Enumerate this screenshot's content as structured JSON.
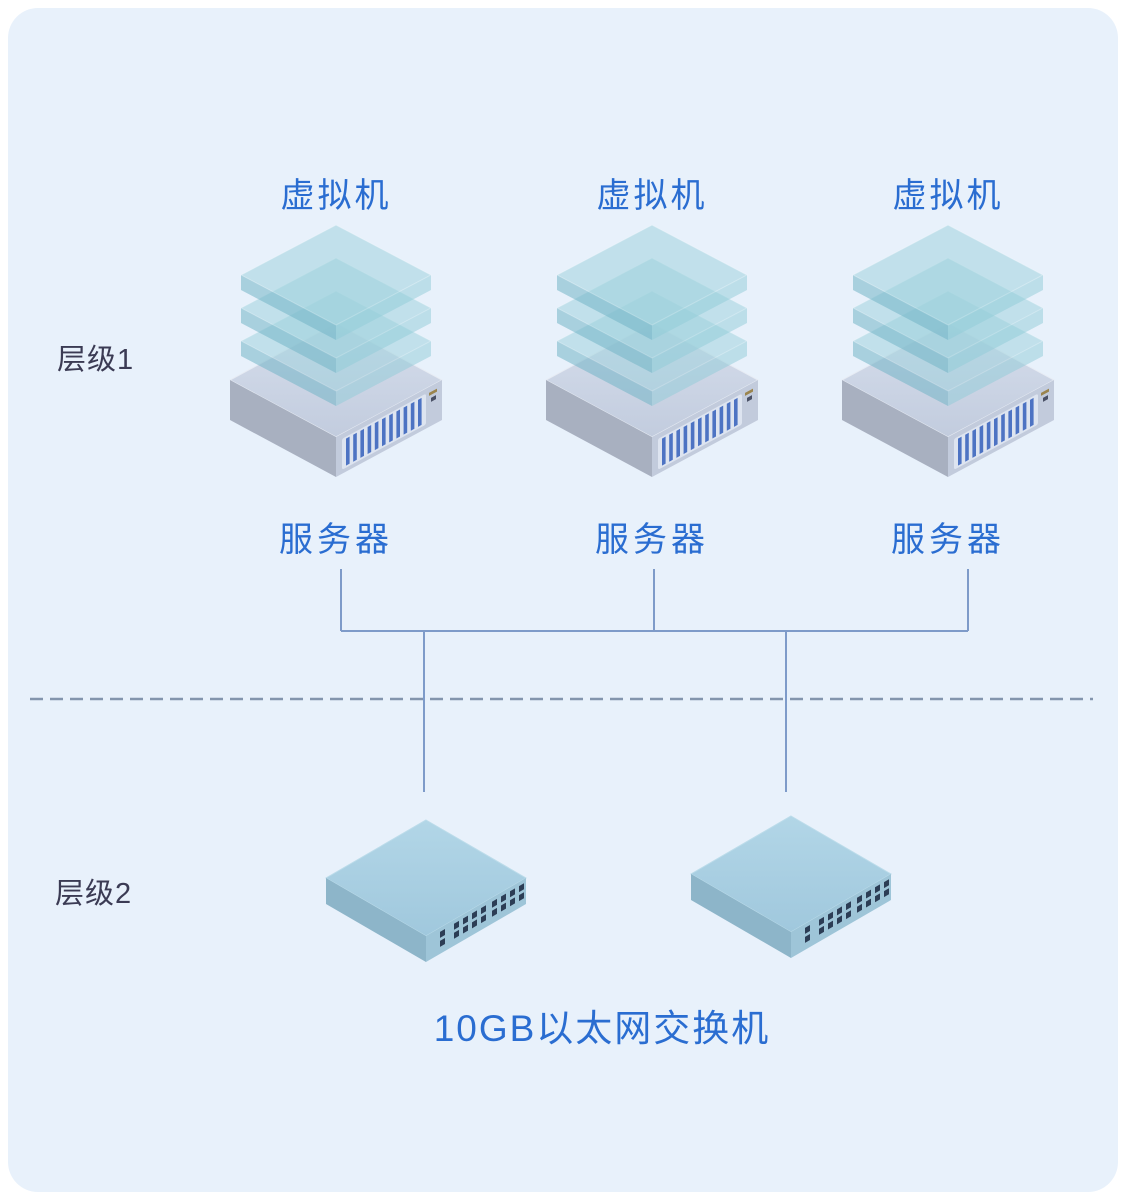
{
  "tier1": {
    "label": "层级1"
  },
  "tier2": {
    "label": "层级2"
  },
  "units": [
    {
      "vm_label": "虚拟机",
      "server_label": "服务器"
    },
    {
      "vm_label": "虚拟机",
      "server_label": "服务器"
    },
    {
      "vm_label": "虚拟机",
      "server_label": "服务器"
    }
  ],
  "switches": {
    "caption": "10GB以太网交换机"
  },
  "icons": {
    "vm_stack": "vm-stack-icon",
    "server": "server-icon",
    "switch": "ethernet-switch-icon"
  },
  "colors": {
    "panel_background": "#e8f1fb",
    "label_blue": "#2a6dd1",
    "tier_label": "#3b3b54",
    "connector_line": "#7e9bc9",
    "dashed_separator": "#8395ad",
    "vm_slab_teal": "#9ed2dd",
    "server_gray": "#c2cbdc",
    "switch_blue": "#a9cfe2"
  }
}
